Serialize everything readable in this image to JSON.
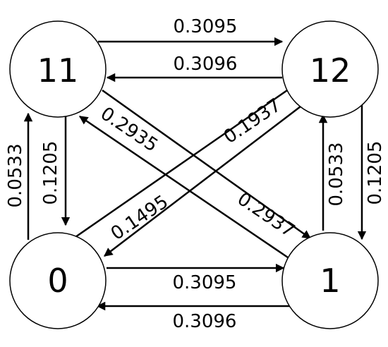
{
  "colors": {
    "stroke": "#000000",
    "background": "#ffffff"
  },
  "nodes": [
    {
      "id": "n11",
      "label": "11"
    },
    {
      "id": "n12",
      "label": "12"
    },
    {
      "id": "n0",
      "label": "0"
    },
    {
      "id": "n1",
      "label": "1"
    }
  ],
  "edges": [
    {
      "id": "e11_12",
      "from": "11",
      "to": "12",
      "label": "0.3095"
    },
    {
      "id": "e12_11",
      "from": "12",
      "to": "11",
      "label": "0.3096"
    },
    {
      "id": "e0_1",
      "from": "0",
      "to": "1",
      "label": "0.3095"
    },
    {
      "id": "e1_0",
      "from": "1",
      "to": "0",
      "label": "0.3096"
    },
    {
      "id": "e0_11",
      "from": "0",
      "to": "11",
      "label": "0.0533"
    },
    {
      "id": "e11_0",
      "from": "11",
      "to": "0",
      "label": "0.1205"
    },
    {
      "id": "e1_12",
      "from": "1",
      "to": "12",
      "label": "0.0533"
    },
    {
      "id": "e12_1",
      "from": "12",
      "to": "1",
      "label": "0.1205"
    },
    {
      "id": "e1_11",
      "from": "1",
      "to": "11",
      "label": "0.2935"
    },
    {
      "id": "e11_1",
      "from": "11",
      "to": "1",
      "label": "0.2937"
    },
    {
      "id": "e0_12",
      "from": "0",
      "to": "12",
      "label": "0.1937"
    },
    {
      "id": "e12_0",
      "from": "12",
      "to": "0",
      "label": "0.1495"
    }
  ]
}
